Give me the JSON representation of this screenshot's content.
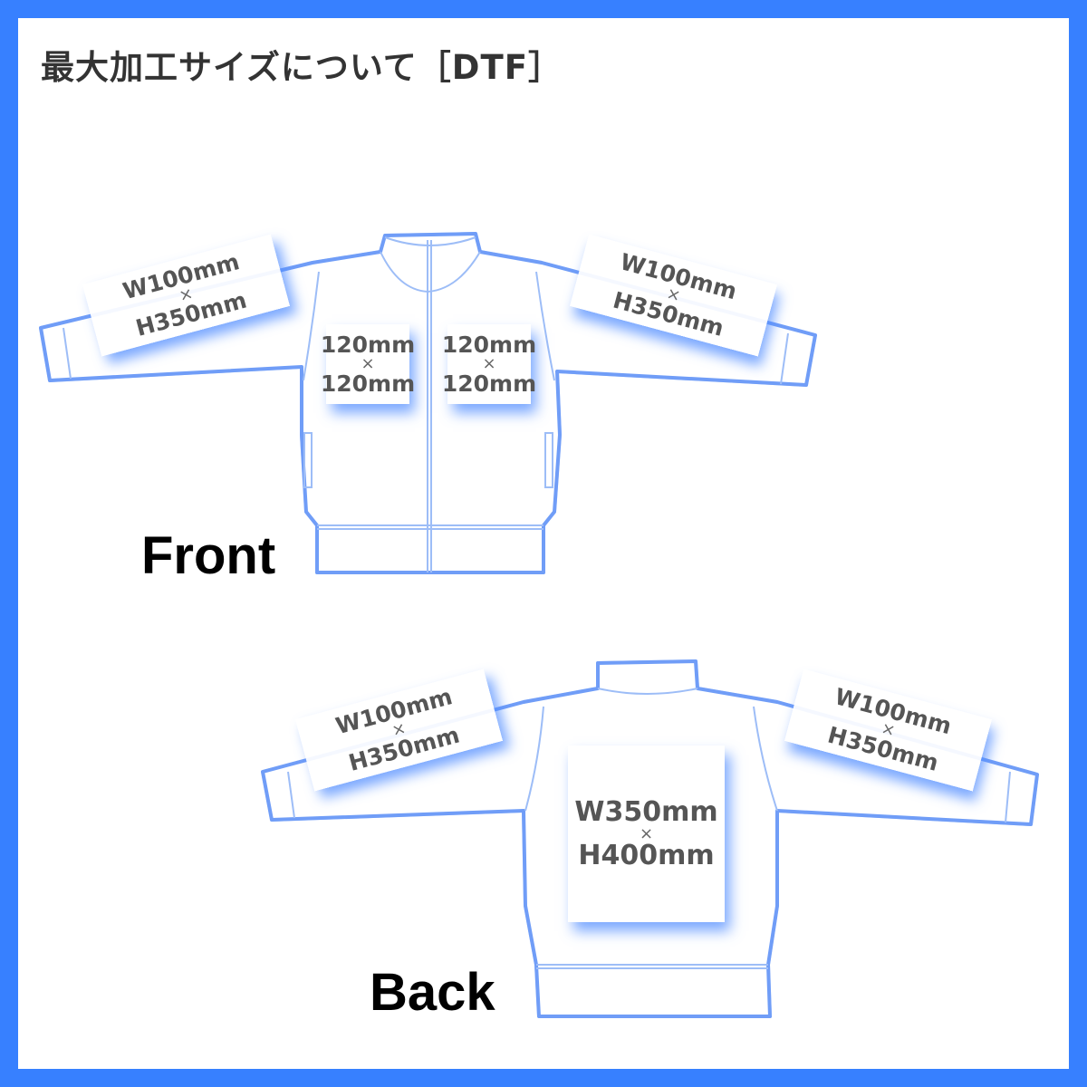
{
  "title": "最大加工サイズについて［DTF］",
  "colors": {
    "border": "#3780ff",
    "outline": "#6f9df7",
    "text": "#333333"
  },
  "times": "×",
  "front": {
    "label": "Front",
    "left_sleeve": {
      "w": "W100mm",
      "h": "H350mm"
    },
    "right_sleeve": {
      "w": "W100mm",
      "h": "H350mm"
    },
    "left_chest": {
      "w": "120mm",
      "h": "120mm"
    },
    "right_chest": {
      "w": "120mm",
      "h": "120mm"
    }
  },
  "back": {
    "label": "Back",
    "left_sleeve": {
      "w": "W100mm",
      "h": "H350mm"
    },
    "right_sleeve": {
      "w": "W100mm",
      "h": "H350mm"
    },
    "center": {
      "w": "W350mm",
      "h": "H400mm"
    }
  }
}
